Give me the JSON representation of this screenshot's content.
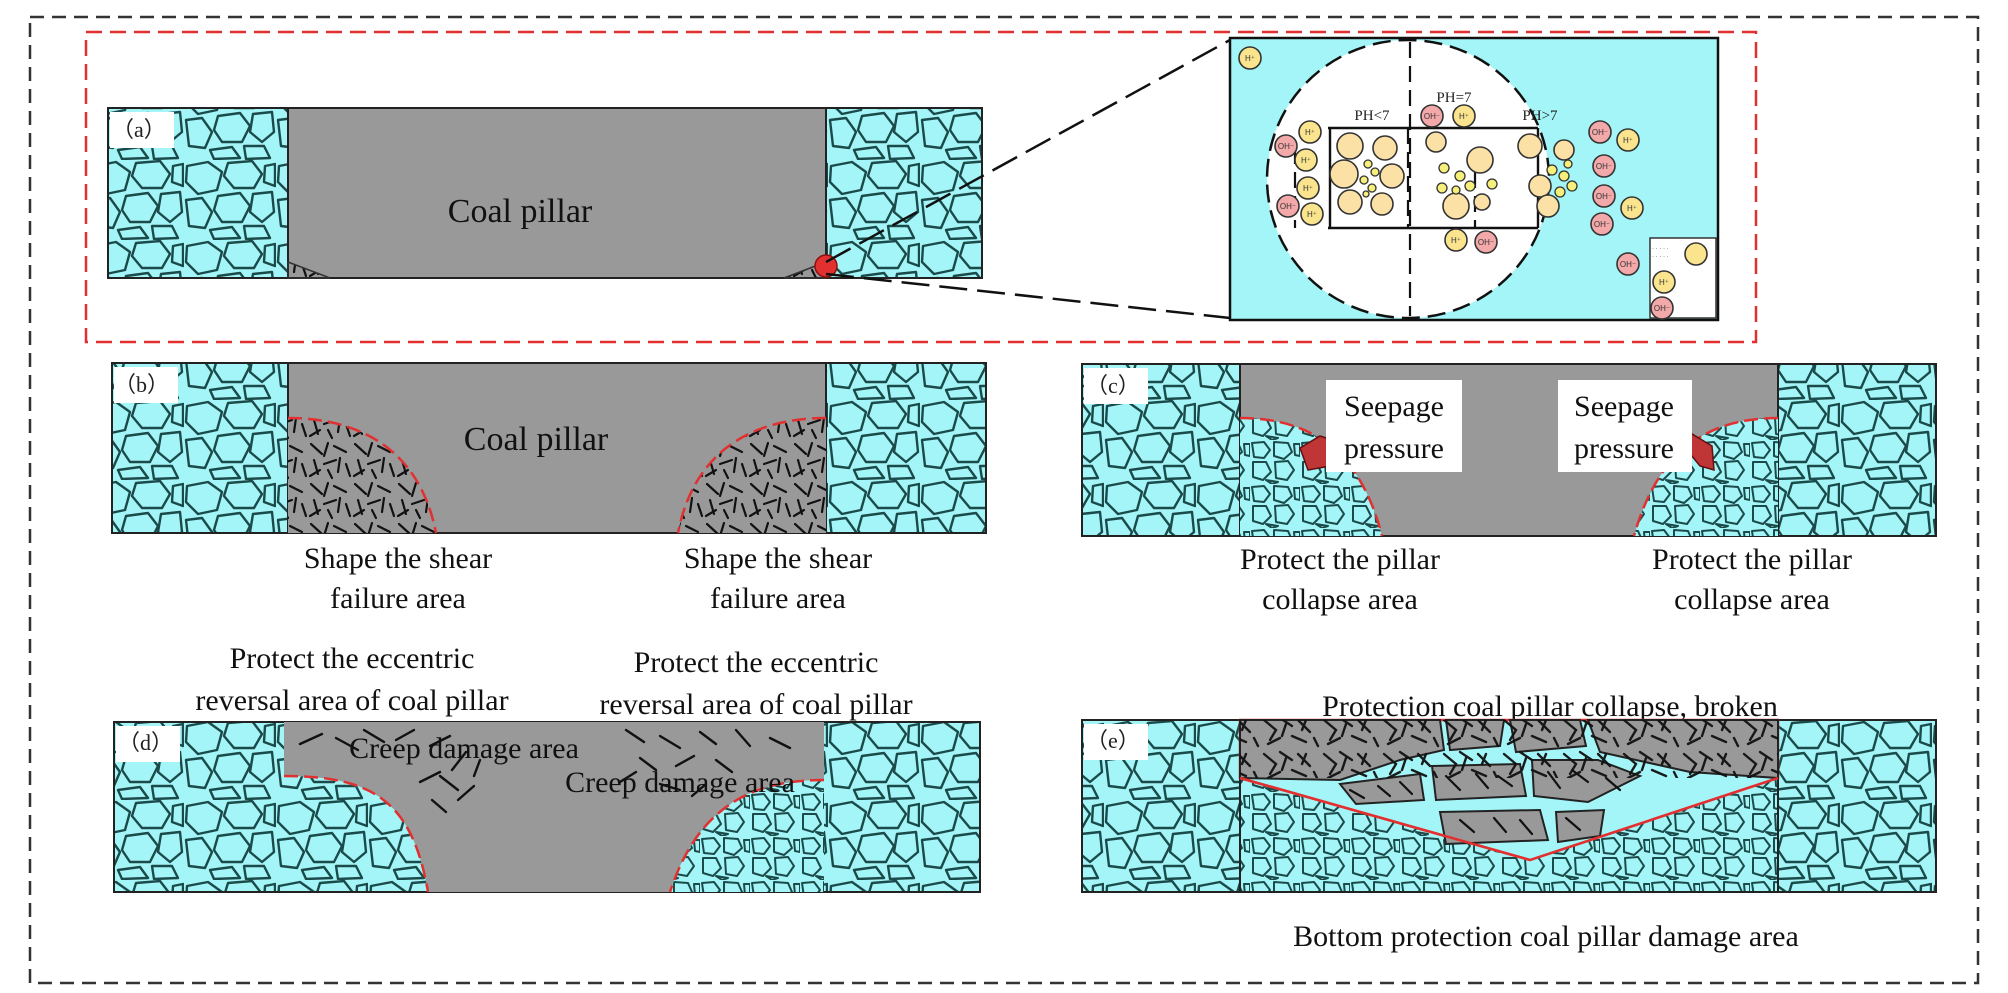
{
  "colors": {
    "rock_fill": "#a4f5f7",
    "rock_outline": "#1b4a4a",
    "pillar_fill": "#999999",
    "boundary_red": "#e23030",
    "ion_h_fill": "#fbe48e",
    "ion_oh_fill": "#f3a9aa",
    "particle_fill": "#fbe1a6"
  },
  "panel_a": {
    "label": "（a）",
    "pillar_label": "Coal pillar",
    "ph_labels": [
      "PH<7",
      "PH=7",
      "PH>7"
    ],
    "ion_h": "H⁺",
    "ion_oh": "OH⁻"
  },
  "panel_b": {
    "label": "（b）",
    "pillar_label": "Coal pillar",
    "caption_left": [
      "Shape the shear",
      "failure area"
    ],
    "caption_right": [
      "Shape the shear",
      "failure area"
    ]
  },
  "panel_c": {
    "label": "（c）",
    "seepage_left": [
      "Seepage",
      "pressure"
    ],
    "seepage_right": [
      "Seepage",
      "pressure"
    ],
    "caption_left": [
      "Protect the pillar",
      "collapse area"
    ],
    "caption_right": [
      "Protect the pillar",
      "collapse area"
    ]
  },
  "panel_d": {
    "label": "（d）",
    "caption_left": [
      "Protect the eccentric",
      "reversal area of coal pillar"
    ],
    "caption_right": [
      "Protect the eccentric",
      "reversal area of coal pillar"
    ],
    "creep_left": "Creep damage area",
    "creep_right": "Creep damage area"
  },
  "panel_e": {
    "label": "（e）",
    "caption_top": "Protection coal pillar collapse, broken",
    "caption_bottom": "Bottom protection coal pillar damage area"
  }
}
